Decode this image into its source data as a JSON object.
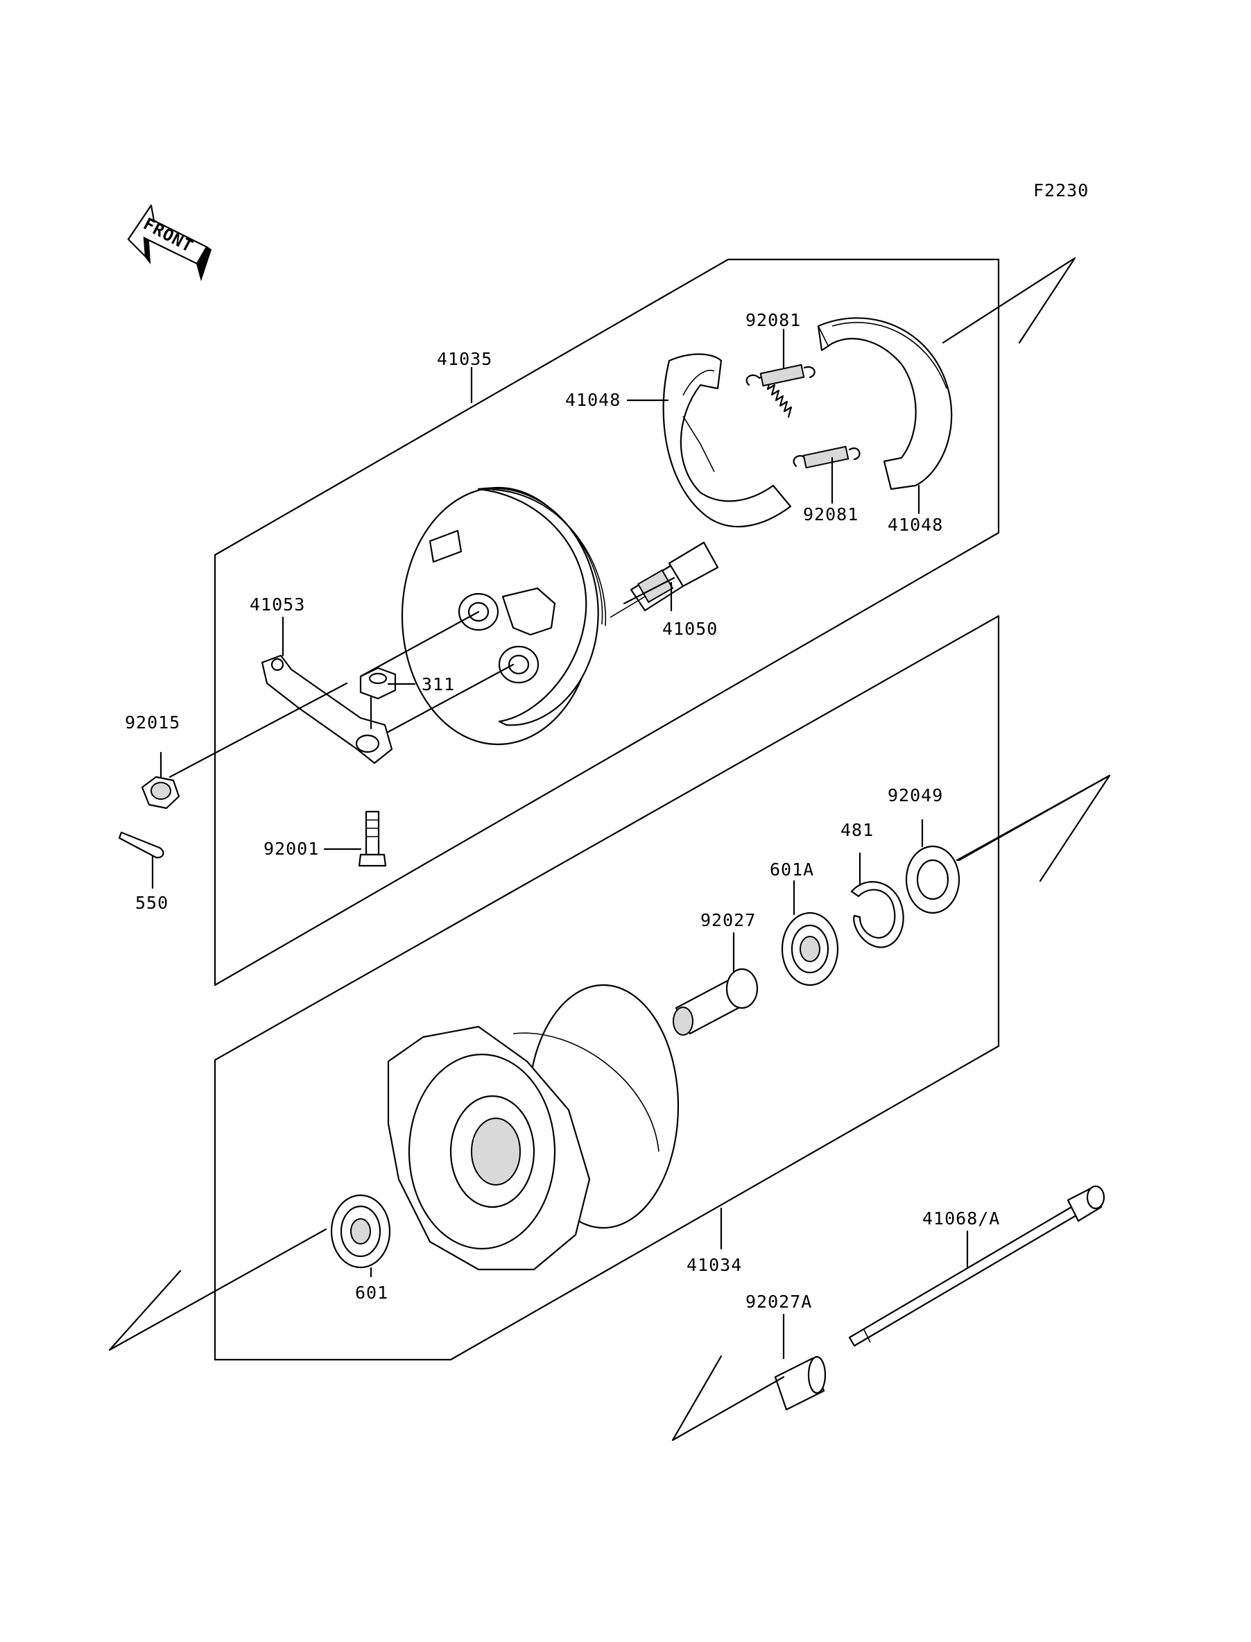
{
  "figure_code": "F2230",
  "front_label": "FRONT",
  "parts": {
    "p41035": "41035",
    "p41048_upper": "41048",
    "p41048_lower": "41048",
    "p92081_upper": "92081",
    "p92081_lower": "92081",
    "p41053": "41053",
    "p41050": "41050",
    "p311": "311",
    "p92015": "92015",
    "p92001": "92001",
    "p550": "550",
    "p92049": "92049",
    "p481": "481",
    "p601A": "601A",
    "p92027": "92027",
    "p41034": "41034",
    "p601": "601",
    "p41068A": "41068/A",
    "p92027A": "92027A"
  }
}
